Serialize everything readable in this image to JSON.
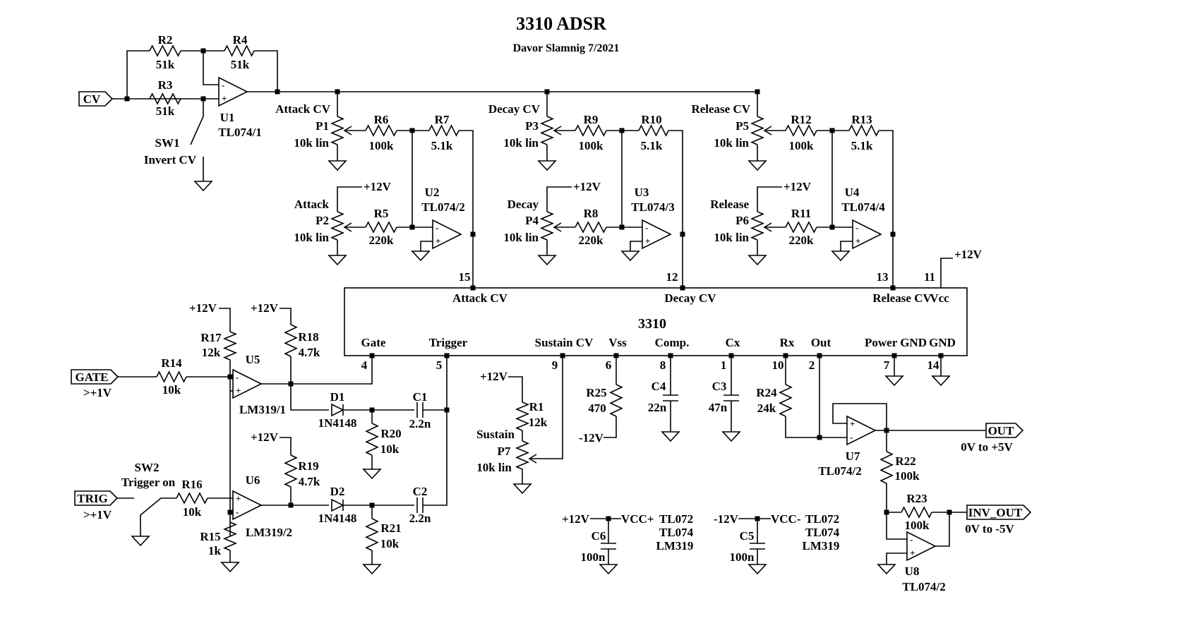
{
  "title": "3310 ADSR",
  "author": "Davor Slamnig 7/2021",
  "ports": {
    "cv": "CV",
    "gate": "GATE",
    "gate_sub": ">+1V",
    "trig": "TRIG",
    "trig_sub": ">+1V",
    "out": "OUT",
    "out_sub": "0V to +5V",
    "inv_out": "INV_OUT",
    "inv_out_sub": "0V to -5V"
  },
  "switches": {
    "sw1": "SW1",
    "sw1_desc": "Invert CV",
    "sw2": "SW2",
    "sw2_desc": "Trigger on"
  },
  "net_labels": {
    "attack_cv": "Attack CV",
    "decay_cv": "Decay CV",
    "release_cv": "Release CV",
    "p12v": "+12V",
    "m12v": "-12V",
    "vcc_plus": "VCC+",
    "vcc_minus": "VCC-"
  },
  "resistors": {
    "r1": {
      "ref": "R1",
      "val": "12k"
    },
    "r2": {
      "ref": "R2",
      "val": "51k"
    },
    "r3": {
      "ref": "R3",
      "val": "51k"
    },
    "r4": {
      "ref": "R4",
      "val": "51k"
    },
    "r5": {
      "ref": "R5",
      "val": "220k"
    },
    "r6": {
      "ref": "R6",
      "val": "100k"
    },
    "r7": {
      "ref": "R7",
      "val": "5.1k"
    },
    "r8": {
      "ref": "R8",
      "val": "220k"
    },
    "r9": {
      "ref": "R9",
      "val": "100k"
    },
    "r10": {
      "ref": "R10",
      "val": "5.1k"
    },
    "r11": {
      "ref": "R11",
      "val": "220k"
    },
    "r12": {
      "ref": "R12",
      "val": "100k"
    },
    "r13": {
      "ref": "R13",
      "val": "5.1k"
    },
    "r14": {
      "ref": "R14",
      "val": "10k"
    },
    "r15": {
      "ref": "R15",
      "val": "1k"
    },
    "r16": {
      "ref": "R16",
      "val": "10k"
    },
    "r17": {
      "ref": "R17",
      "val": "12k"
    },
    "r18": {
      "ref": "R18",
      "val": "4.7k"
    },
    "r19": {
      "ref": "R19",
      "val": "4.7k"
    },
    "r20": {
      "ref": "R20",
      "val": "10k"
    },
    "r21": {
      "ref": "R21",
      "val": "10k"
    },
    "r22": {
      "ref": "R22",
      "val": "100k"
    },
    "r23": {
      "ref": "R23",
      "val": "100k"
    },
    "r24": {
      "ref": "R24",
      "val": "24k"
    },
    "r25": {
      "ref": "R25",
      "val": "470"
    }
  },
  "pots": {
    "p1": {
      "ref": "P1",
      "val": "10k lin",
      "label": "Attack CV"
    },
    "p2": {
      "ref": "P2",
      "val": "10k lin",
      "label": "Attack"
    },
    "p3": {
      "ref": "P3",
      "val": "10k lin",
      "label": "Decay CV"
    },
    "p4": {
      "ref": "P4",
      "val": "10k lin",
      "label": "Decay"
    },
    "p5": {
      "ref": "P5",
      "val": "10k lin",
      "label": "Release CV"
    },
    "p6": {
      "ref": "P6",
      "val": "10k lin",
      "label": "Release"
    },
    "p7": {
      "ref": "P7",
      "val": "10k lin",
      "label": "Sustain"
    }
  },
  "caps": {
    "c1": {
      "ref": "C1",
      "val": "2.2n"
    },
    "c2": {
      "ref": "C2",
      "val": "2.2n"
    },
    "c3": {
      "ref": "C3",
      "val": "47n"
    },
    "c4": {
      "ref": "C4",
      "val": "22n"
    },
    "c5": {
      "ref": "C5",
      "val": "100n"
    },
    "c6": {
      "ref": "C6",
      "val": "100n"
    }
  },
  "diodes": {
    "d1": {
      "ref": "D1",
      "val": "1N4148"
    },
    "d2": {
      "ref": "D2",
      "val": "1N4148"
    }
  },
  "opamps": {
    "u1": {
      "ref": "U1",
      "val": "TL074/1"
    },
    "u2": {
      "ref": "U2",
      "val": "TL074/2"
    },
    "u3": {
      "ref": "U3",
      "val": "TL074/3"
    },
    "u4": {
      "ref": "U4",
      "val": "TL074/4"
    },
    "u5": {
      "ref": "U5",
      "val": "LM319/1"
    },
    "u6": {
      "ref": "U6",
      "val": "LM319/2"
    },
    "u7": {
      "ref": "U7",
      "val": "TL074/2"
    },
    "u8": {
      "ref": "U8",
      "val": "TL074/2"
    }
  },
  "chip": {
    "name": "3310",
    "pins": [
      {
        "num": "15",
        "name": "Attack CV"
      },
      {
        "num": "12",
        "name": "Decay CV"
      },
      {
        "num": "13",
        "name": "Release CV"
      },
      {
        "num": "11",
        "name": "Vcc"
      },
      {
        "num": "4",
        "name": "Gate"
      },
      {
        "num": "5",
        "name": "Trigger"
      },
      {
        "num": "9",
        "name": "Sustain CV"
      },
      {
        "num": "6",
        "name": "Vss"
      },
      {
        "num": "8",
        "name": "Comp."
      },
      {
        "num": "1",
        "name": "Cx"
      },
      {
        "num": "10",
        "name": "Rx"
      },
      {
        "num": "2",
        "name": "Out"
      },
      {
        "num": "7",
        "name": "Power GND"
      },
      {
        "num": "14",
        "name": "GND"
      }
    ]
  },
  "supply_notes": {
    "pos": [
      "TL072",
      "TL074",
      "LM319"
    ],
    "neg": [
      "TL072",
      "TL074",
      "LM319"
    ]
  }
}
